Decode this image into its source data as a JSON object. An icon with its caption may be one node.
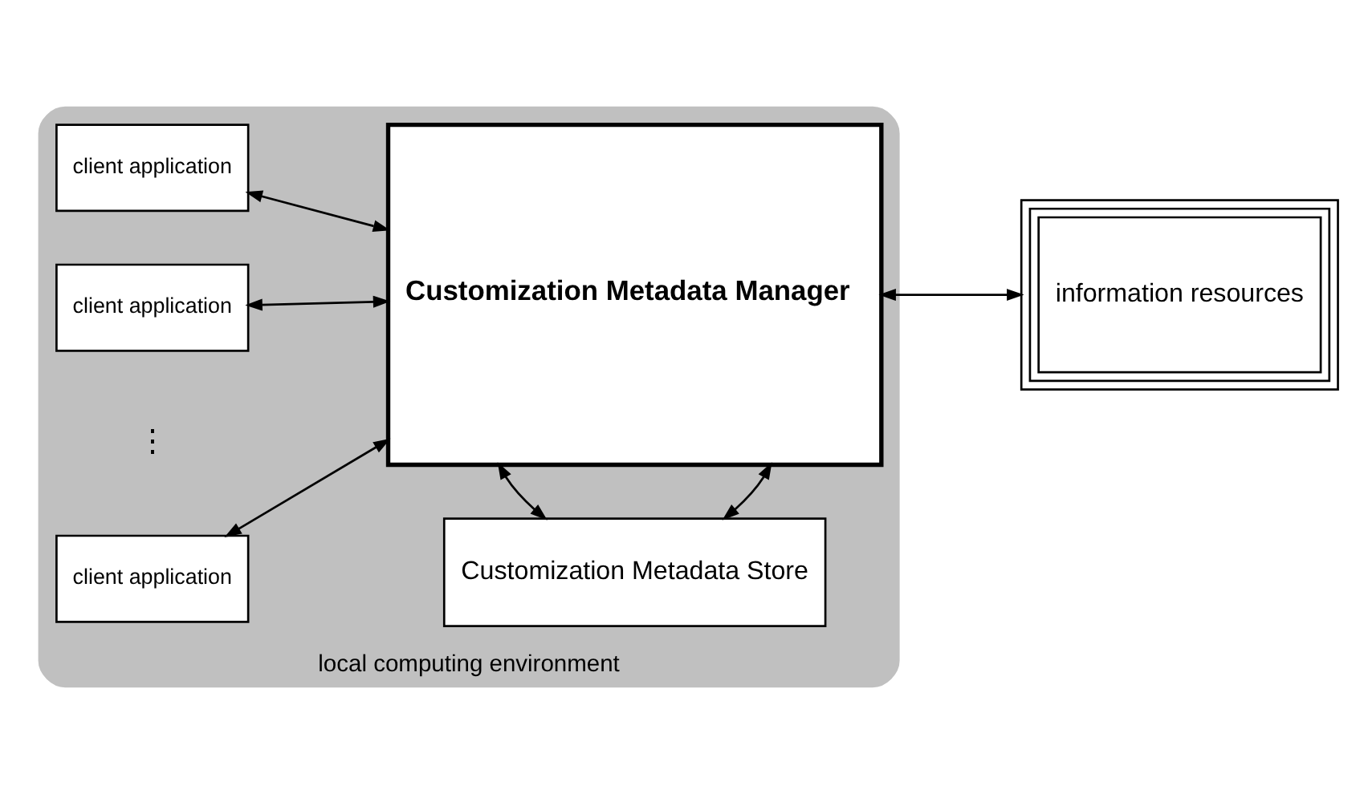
{
  "diagram": {
    "nodes": [
      {
        "text": [
          "local computing environment"
        ]
      },
      {
        "text": [
          "Customization Metadata Store"
        ],
        "in": 0
      },
      {
        "text": [
          "client application"
        ],
        "in": 0
      },
      {
        "text": [
          "client application"
        ],
        "in": 0
      },
      {
        "text": [
          "client application"
        ],
        "in": 0
      },
      {
        "text": [
          "Customization Metadata Manager"
        ],
        "in": 0
      },
      {
        "text": [
          "information resources"
        ]
      }
    ],
    "edges": [
      {
        "from": 2,
        "to": 5,
        "arrow": "both"
      },
      {
        "from": 3,
        "to": 5,
        "arrow": "both"
      },
      {
        "from": 4,
        "to": 5,
        "arrow": "both"
      },
      {
        "from": 1,
        "to": 5,
        "arrow": "both"
      },
      {
        "from": 1,
        "to": 5,
        "arrow": "both"
      },
      {
        "from": 5,
        "to": 6,
        "arrow": "both"
      }
    ],
    "labels": [
      "⋮"
    ]
  }
}
